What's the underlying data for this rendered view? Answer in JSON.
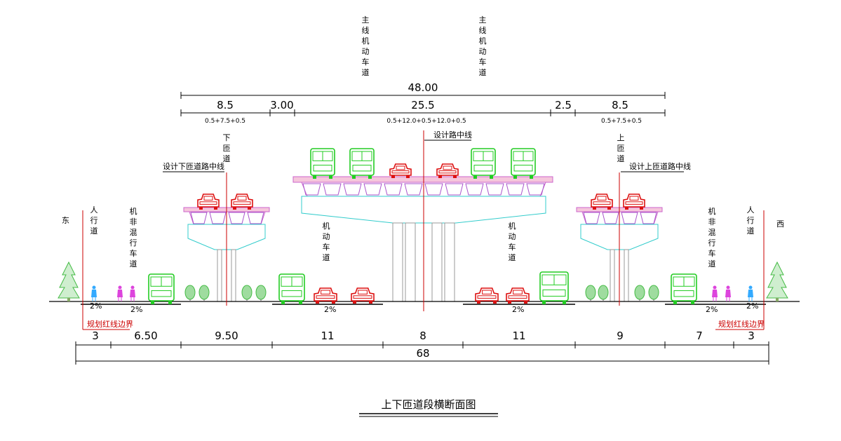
{
  "title": "上下匝道段横断面图",
  "colors": {
    "centerline": "#cc0000",
    "bus": "#22cc22",
    "car": "#dd1111",
    "deck": "#cc66cc",
    "pier": "#33cccc",
    "person": "#dd44dd",
    "tree": "#44bb44"
  },
  "top_dims": {
    "total": "48.00",
    "segments": [
      {
        "label": "8.5",
        "sub": "0.5+7.5+0.5"
      },
      {
        "label": "3.00",
        "sub": ""
      },
      {
        "label": "25.5",
        "sub": "0.5+12.0+0.5+12.0+0.5"
      },
      {
        "label": "2.5",
        "sub": ""
      },
      {
        "label": "8.5",
        "sub": "0.5+7.5+0.5"
      }
    ]
  },
  "bottom_dims": {
    "total": "68",
    "segments": [
      "3",
      "6.50",
      "9.50",
      "11",
      "8",
      "11",
      "9",
      "7",
      "3"
    ]
  },
  "labels": {
    "main_left": "主线机动车道",
    "main_right": "主线机动车道",
    "ramp_down": "下匝道",
    "ramp_up": "上匝道",
    "ramp_down_center": "设计下匝道路中线",
    "ramp_up_center": "设计上匝道路中线",
    "road_center": "设计路中线",
    "east": "东",
    "west": "西",
    "sidewalk_left": "人行道",
    "sidewalk_right": "人行道",
    "mixed_left": "机非混行车道",
    "mixed_right": "机非混行车道",
    "motor_left": "机动车道",
    "motor_right": "机动车道",
    "redline_left": "规划红线边界",
    "redline_right": "规划红线边界",
    "slope": "2%"
  }
}
